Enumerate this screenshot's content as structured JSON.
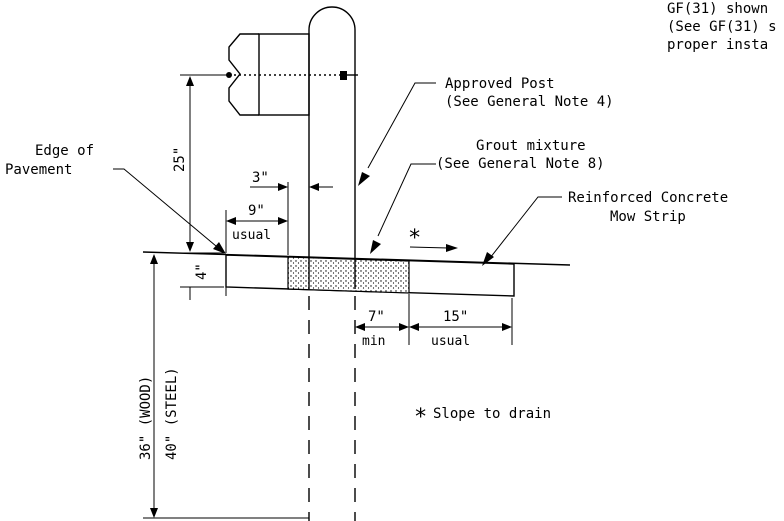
{
  "top_note": {
    "line1": "GF(31) shown",
    "line2": "(See GF(31) s",
    "line3": "proper insta"
  },
  "labels": {
    "approved_post_1": "Approved Post",
    "approved_post_2": "(See General Note 4)",
    "grout_1": "Grout mixture",
    "grout_2": "(See General Note 8)",
    "edge_1": "Edge of",
    "edge_2": "Pavement",
    "mow_1": "Reinforced Concrete",
    "mow_2": "Mow Strip",
    "slope_star": "*",
    "slope_note": "Slope to drain"
  },
  "dimensions": {
    "d25": "25\"",
    "d3": "3\"",
    "d9": "9\"",
    "d9_sub": "usual",
    "d4": "4\"",
    "d7": "7\"",
    "d7_sub": "min",
    "d15": "15\"",
    "d15_sub": "usual",
    "embed_wood": "36\" (WOOD)",
    "embed_steel": "40\" (STEEL)"
  }
}
